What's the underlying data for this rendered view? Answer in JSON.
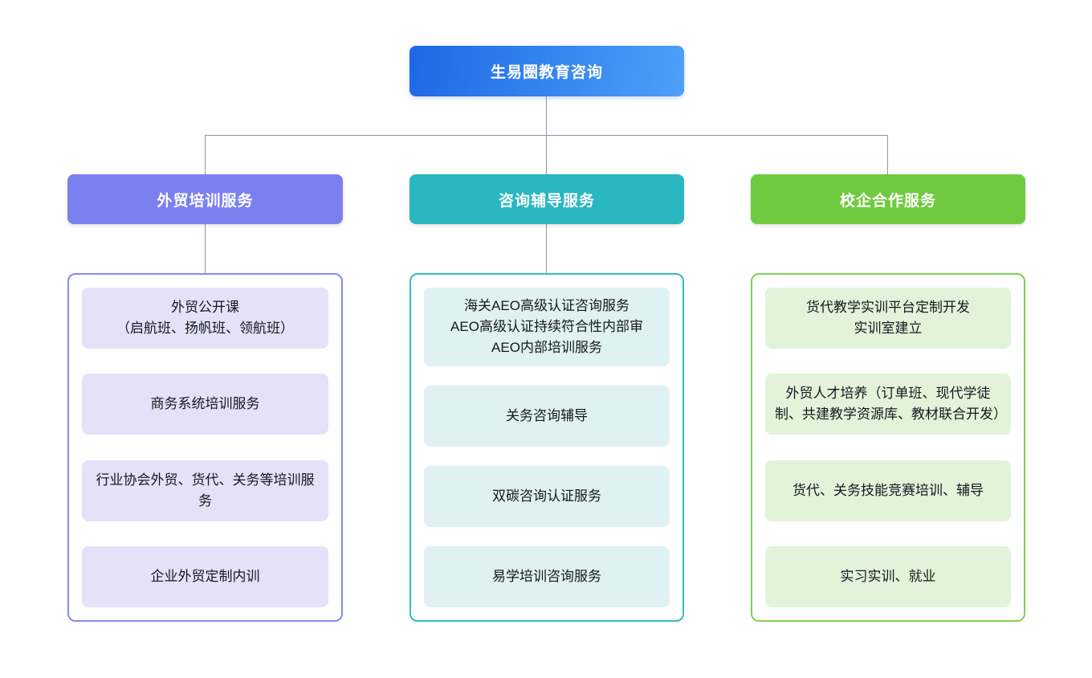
{
  "root": {
    "label": "生易圈教育咨询",
    "colors": {
      "gradient_start": "#1e68e6",
      "gradient_end": "#4da0f8",
      "text": "#ffffff"
    }
  },
  "connector_color": "#8e96a6",
  "branches": [
    {
      "label": "外贸培训服务",
      "colors": {
        "header_bg": "#7b80f1",
        "container_border": "#8789f3",
        "item_bg": "#e4e1f8",
        "text": "#ffffff"
      },
      "items": [
        {
          "text": "外贸公开课\n（启航班、扬帆班、领航班）"
        },
        {
          "text": "商务系统培训服务"
        },
        {
          "text": "行业协会外贸、货代、关务等培训服务"
        },
        {
          "text": "企业外贸定制内训"
        }
      ]
    },
    {
      "label": "咨询辅导服务",
      "colors": {
        "header_bg": "#29b7c0",
        "container_border": "#2fbec6",
        "item_bg": "#dff1f3",
        "text": "#ffffff"
      },
      "items": [
        {
          "text": "海关AEO高级认证咨询服务\nAEO高级认证持续符合性内部审\nAEO内部培训服务"
        },
        {
          "text": "关务咨询辅导"
        },
        {
          "text": "双碳咨询认证服务"
        },
        {
          "text": "易学培训咨询服务"
        }
      ]
    },
    {
      "label": "校企合作服务",
      "colors": {
        "header_bg": "#70ca3f",
        "container_border": "#7ed154",
        "item_bg": "#e2f3da",
        "text": "#ffffff"
      },
      "items": [
        {
          "text": "货代教学实训平台定制开发\n实训室建立"
        },
        {
          "text": "外贸人才培养（订单班、现代学徒制、共建教学资源库、教材联合开发）"
        },
        {
          "text": "货代、关务技能竞赛培训、辅导"
        },
        {
          "text": "实习实训、就业"
        }
      ]
    }
  ]
}
